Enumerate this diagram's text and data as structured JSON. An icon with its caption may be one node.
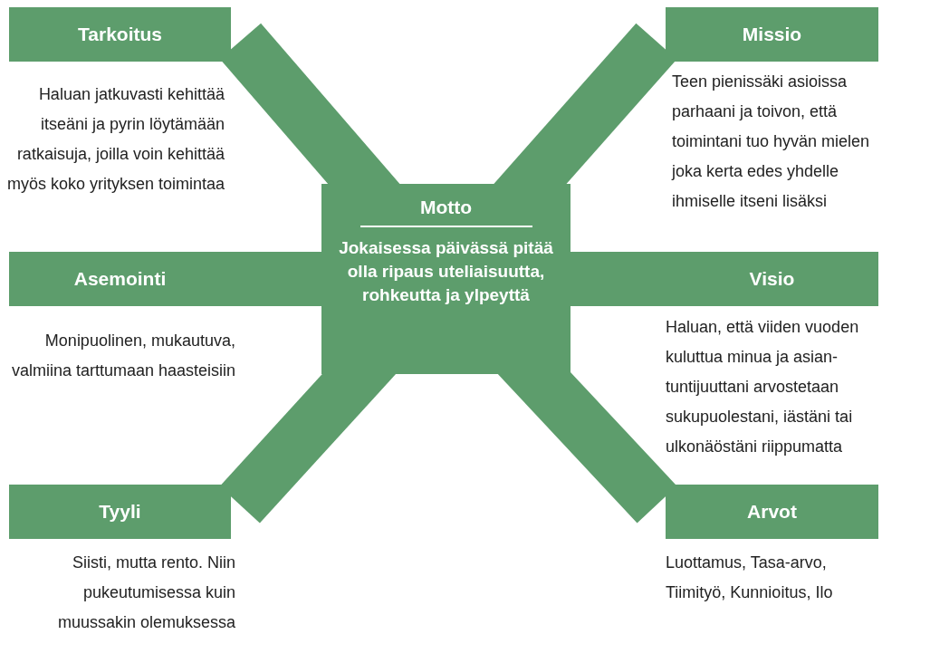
{
  "diagram": {
    "nodes": [
      {
        "text": [
          "Tarkoitus"
        ],
        "beside": [
          "Haluan jatkuvasti kehittää itseäni ja pyrin löytämään ratkaisuja, joilla voin kehittää myös koko yrityksen toimintaa"
        ]
      },
      {
        "text": [
          "Missio"
        ],
        "beside": [
          "Teen pienissäki asioissa parhaani ja toivon, että toimintani tuo hyvän mielen joka kerta edes yhdelle ihmiselle itseni lisäksi"
        ]
      },
      {
        "text": [
          "Motto",
          "Jokaisessa päivässä pitää olla ripaus uteliaisuutta, rohkeutta ja ylpeyttä"
        ]
      },
      {
        "text": [
          "Asemointi"
        ],
        "beside": [
          "Monipuolinen, mukautuva, valmiina tarttumaan haasteisiin"
        ]
      },
      {
        "text": [
          "Visio"
        ],
        "beside": [
          "Haluan, että viiden vuoden kuluttua minua ja asian-tuntijuuttani arvostetaan sukupuolestani, iästäni tai ulkonäöstäni riippumatta"
        ]
      },
      {
        "text": [
          "Tyyli"
        ],
        "beside": [
          "Siisti, mutta rento. Niin pukeutumisessa kuin muussakin olemuksessa"
        ]
      },
      {
        "text": [
          "Arvot"
        ],
        "beside": [
          "Luottamus, Tasa-arvo, Tiimityö, Kunnioitus, Ilo"
        ]
      }
    ],
    "edges": [
      {
        "from": 2,
        "to": 0,
        "arrow": "none"
      },
      {
        "from": 2,
        "to": 1,
        "arrow": "none"
      },
      {
        "from": 2,
        "to": 3,
        "arrow": "none"
      },
      {
        "from": 2,
        "to": 4,
        "arrow": "none"
      },
      {
        "from": 2,
        "to": 5,
        "arrow": "none"
      },
      {
        "from": 2,
        "to": 6,
        "arrow": "none"
      }
    ]
  }
}
